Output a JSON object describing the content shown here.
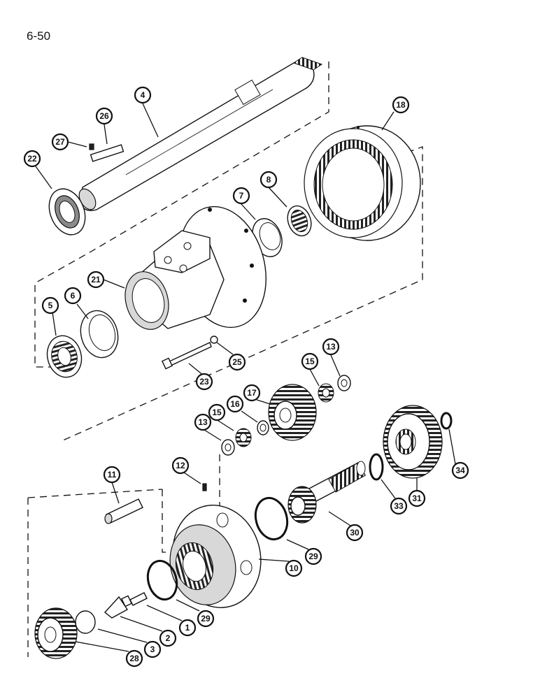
{
  "page_number": "6-50",
  "callouts": [
    {
      "label": "4"
    },
    {
      "label": "26"
    },
    {
      "label": "27"
    },
    {
      "label": "22"
    },
    {
      "label": "18"
    },
    {
      "label": "8"
    },
    {
      "label": "7"
    },
    {
      "label": "21"
    },
    {
      "label": "6"
    },
    {
      "label": "5"
    },
    {
      "label": "25"
    },
    {
      "label": "23"
    },
    {
      "label": "13"
    },
    {
      "label": "15"
    },
    {
      "label": "17"
    },
    {
      "label": "16"
    },
    {
      "label": "15"
    },
    {
      "label": "13"
    },
    {
      "label": "12"
    },
    {
      "label": "11"
    },
    {
      "label": "34"
    },
    {
      "label": "33"
    },
    {
      "label": "31"
    },
    {
      "label": "30"
    },
    {
      "label": "29"
    },
    {
      "label": "10"
    },
    {
      "label": "29"
    },
    {
      "label": "1"
    },
    {
      "label": "2"
    },
    {
      "label": "3"
    },
    {
      "label": "28"
    }
  ]
}
